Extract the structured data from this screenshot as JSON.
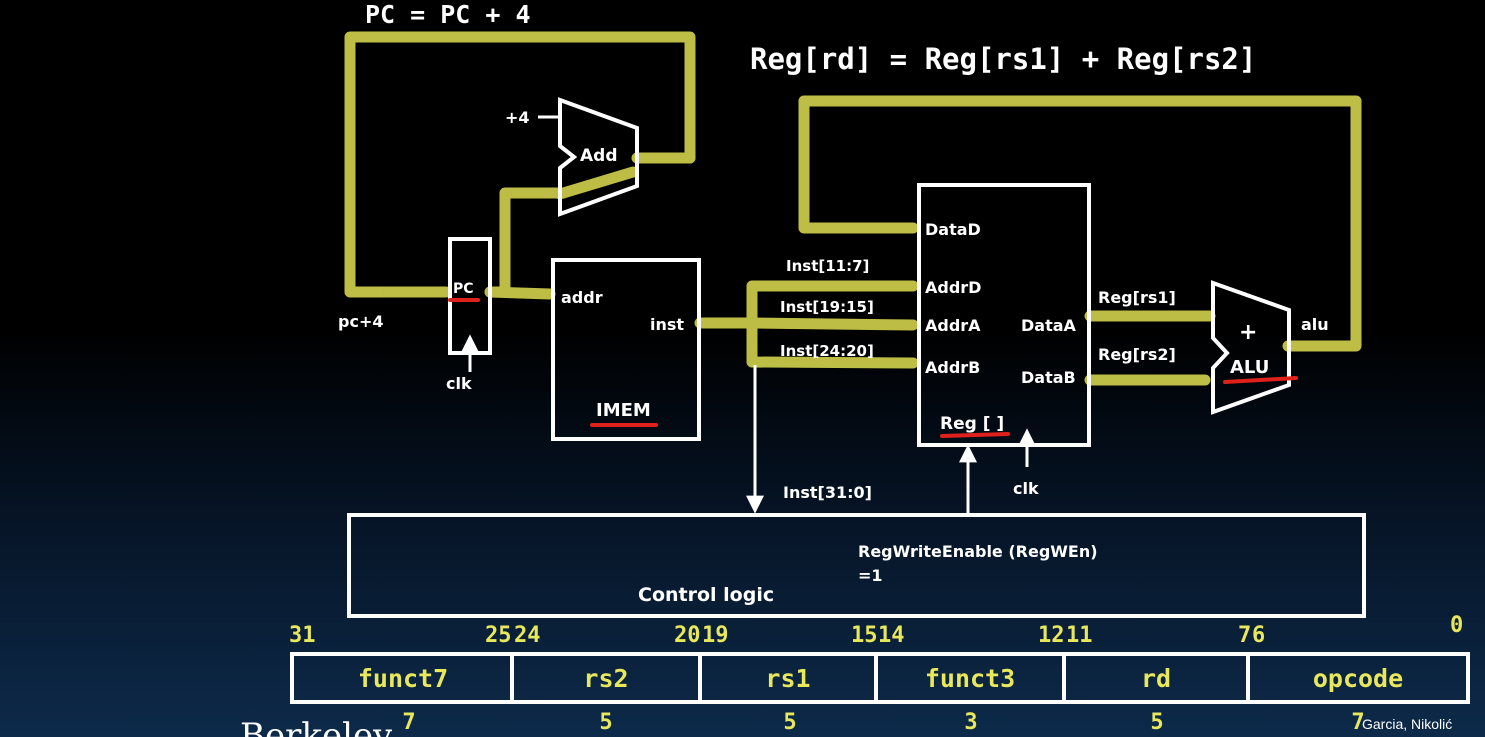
{
  "equations": {
    "pc_update": "PC = PC + 4",
    "reg_update": "Reg[rd] = Reg[rs1] + Reg[rs2]"
  },
  "adder": {
    "plus4": "+4",
    "name": "Add"
  },
  "pc": {
    "name": "PC",
    "input": "pc+4",
    "clk": "clk"
  },
  "imem": {
    "addr": "addr",
    "inst": "inst",
    "name": "IMEM"
  },
  "inst_fields": {
    "rd": "Inst[11:7]",
    "rs1": "Inst[19:15]",
    "rs2": "Inst[24:20]",
    "all": "Inst[31:0]"
  },
  "regfile": {
    "datad": "DataD",
    "addrd": "AddrD",
    "addra": "AddrA",
    "addrb": "AddrB",
    "dataa": "DataA",
    "datab": "DataB",
    "name": "Reg [ ]",
    "clk": "clk"
  },
  "reg_outputs": {
    "rs1": "Reg[rs1]",
    "rs2": "Reg[rs2]"
  },
  "alu": {
    "op": "+",
    "name": "ALU",
    "output": "alu"
  },
  "control": {
    "name": "Control logic",
    "regwen": "RegWriteEnable (RegWEn)",
    "regwen_value": "=1"
  },
  "encoding": {
    "bits": [
      "31",
      "25",
      "24",
      "20",
      "19",
      "15",
      "14",
      "12",
      "11",
      "7",
      "6",
      "0"
    ],
    "fields": [
      "funct7",
      "rs2",
      "rs1",
      "funct3",
      "rd",
      "opcode"
    ],
    "widths": [
      "7",
      "5",
      "5",
      "3",
      "5",
      "7"
    ]
  },
  "footer": {
    "authors": "Garcia, Nikolić",
    "partial": "Berkeley"
  },
  "colors": {
    "highlight": "#c8c84a",
    "wire": "#ffffff",
    "underline": "#e0201a",
    "bit_text": "#e8e85a"
  }
}
